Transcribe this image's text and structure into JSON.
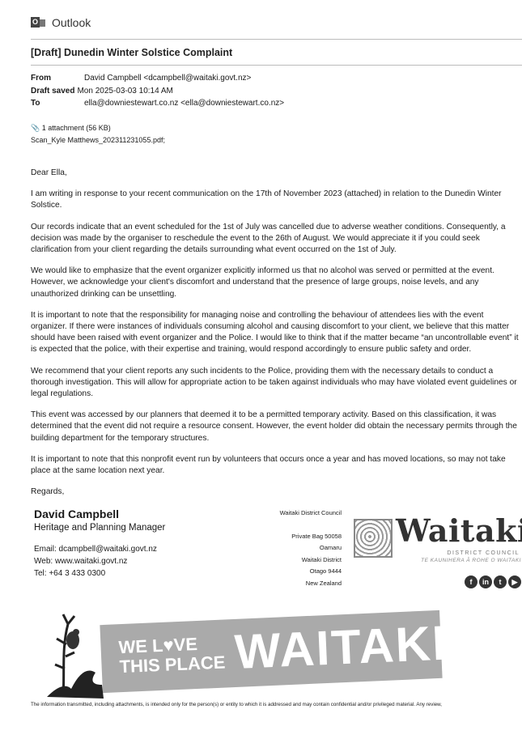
{
  "app": {
    "title": "Outlook",
    "icon": "outlook-icon"
  },
  "email": {
    "subject": "[Draft] Dunedin Winter Solstice Complaint",
    "from_label": "From",
    "from": "David Campbell <dcampbell@waitaki.govt.nz>",
    "draft_saved_label": "Draft saved",
    "draft_saved": "Mon 2025-03-03 10:14 AM",
    "to_label": "To",
    "to": "ella@downiestewart.co.nz <ella@downiestewart.co.nz>",
    "attachment_summary": "1 attachment (56 KB)",
    "attachment_file": "Scan_Kyle Matthews_202311231055.pdf;"
  },
  "body": {
    "greeting": "Dear Ella,",
    "paragraphs": [
      "I am writing in response to your recent communication on the 17th of November 2023 (attached) in relation to the Dunedin Winter Solstice.",
      "Our records indicate that an event scheduled for the 1st of July was cancelled due to adverse weather conditions. Consequently, a decision was made by the organiser to reschedule the event to the 26th of August. We would appreciate it if you could seek clarification from your client regarding the details surrounding what event occurred on the 1st of July.",
      "We would like to emphasize that the event organizer explicitly informed us that no alcohol was served or permitted at the event. However, we acknowledge your client's discomfort and understand that the presence of large groups, noise levels, and any unauthorized drinking can be unsettling.",
      "It is important to note that the responsibility for managing noise and controlling the behaviour of attendees lies with the event organizer. If there were instances of individuals consuming alcohol and causing discomfort to your client, we believe that this matter should have been raised with event organizer and the Police. I would like to think that if the matter became “an uncontrollable event” it is expected that the police, with their expertise and training, would respond accordingly to ensure public safety and order.",
      "We recommend that your client reports any such incidents to the Police, providing them with the necessary details to conduct a thorough investigation. This will allow for appropriate action to be taken against individuals who may have violated event guidelines or legal regulations.",
      "This event was accessed by our planners that deemed it to be a permitted temporary activity. Based on this classification, it was determined that the event did not require a resource consent. However, the event holder did obtain the necessary permits through the building department for the temporary structures.",
      "It is important to note that this nonprofit event run by volunteers that occurs once a year and has moved locations, so may not take place at the same location next year."
    ],
    "closing": "Regards,"
  },
  "signature": {
    "name": "David Campbell",
    "title": "Heritage and Planning Manager",
    "email": "Email: dcampbell@waitaki.govt.nz",
    "web": "Web: www.waitaki.govt.nz",
    "tel": "Tel: +64 3 433 0300",
    "org": "Waitaki District Council",
    "address": [
      "Private Bag 50058",
      "Oamaru",
      "Waitaki District",
      "Otago 9444",
      "New Zealand"
    ],
    "logo": {
      "word": "Waitaki",
      "sub": "DISTRICT COUNCIL",
      "maori": "TE KAUNIHERA Ā ROHE O WAITAKI"
    },
    "social": [
      {
        "icon": "facebook-icon",
        "glyph": "f"
      },
      {
        "icon": "linkedin-icon",
        "glyph": "in"
      },
      {
        "icon": "twitter-icon",
        "glyph": "t"
      },
      {
        "icon": "youtube-icon",
        "glyph": "▶"
      }
    ]
  },
  "banner": {
    "line1": "WE L♥VE",
    "line2": "THIS PLACE",
    "word": "WAITAKI"
  },
  "disclaimer": "The information transmitted, including attachments, is intended only for the person(s) or entity to which it is addressed and may contain confidential and/or privileged material. Any review,"
}
